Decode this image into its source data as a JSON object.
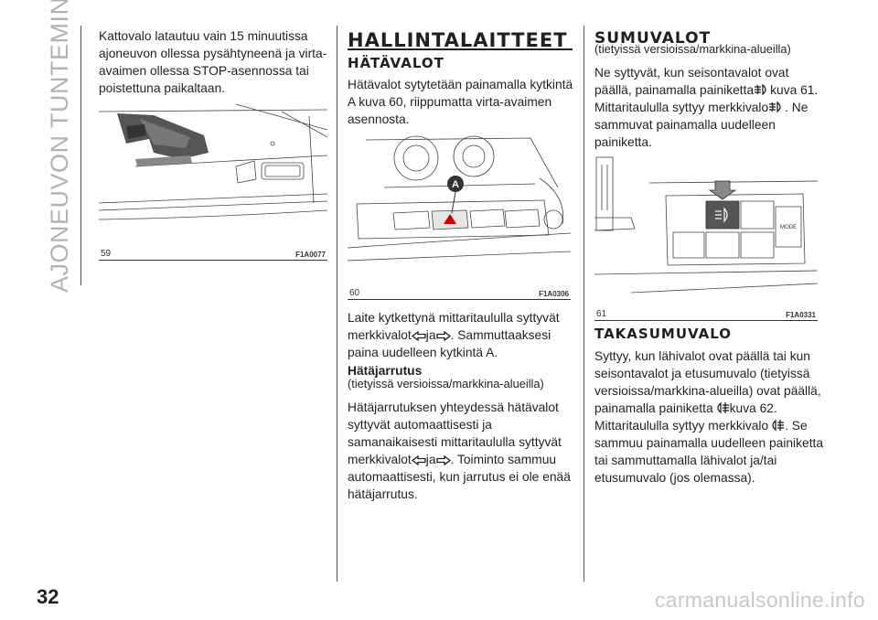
{
  "section_side_title": "AJONEUVON TUNTEMINEN",
  "page_number": "32",
  "watermark": "carmanualsonline.info",
  "col1": {
    "intro": "Kattovalo latautuu vain 15 minuutissa ajoneuvon ollessa pysähtyneenä ja virta-avaimen ollessa STOP-asennossa tai poistettuna paikaltaan.",
    "figure": {
      "number": "59",
      "code": "F1A0077"
    }
  },
  "col2": {
    "heading": "HALLINTALAITTEET",
    "subheading": "HÄTÄVALOT",
    "p1": "Hätävalot sytytetään painamalla kytkintä A kuva 60, riippumatta virta-avaimen asennosta.",
    "figure": {
      "number": "60",
      "code": "F1A0306",
      "label_a": "A"
    },
    "p2_a": "Laite kytkettynä mittaritaululla syttyvät merkkivalot",
    "p2_ja": "ja",
    "p2_b": ". Sammuttaaksesi paina uudelleen kytkintä A.",
    "brake_title": "Hätäjarrutus",
    "brake_note": "(tietyissä versioissa/markkina-alueilla)",
    "p3_a": "Hätäjarrutuksen yhteydessä hätävalot syttyvät automaattisesti ja samanaikaisesti mittaritaululla syttyvät merkkivalot",
    "p3_ja": "ja",
    "p3_b": ". Toiminto sammuu automaattisesti, kun jarrutus ei ole enää hätäjarrutus."
  },
  "col3": {
    "heading": "SUMUVALOT",
    "note": "(tietyissä versioissa/markkina-alueilla)",
    "p1_a": "Ne syttyvät, kun seisontavalot ovat päällä, painamalla painiketta",
    "p1_b": "kuva 61. Mittaritaululla syttyy merkkivalo",
    "p1_c": ". Ne sammuvat painamalla uudelleen painiketta.",
    "figure": {
      "number": "61",
      "code": "F1A0331",
      "mode_label": "MODE"
    },
    "heading2": "TAKASUMUVALO",
    "p2_a": "Syttyy, kun lähivalot ovat päällä tai kun seisontavalot ja etusumuvalo (tietyissä versioissa/markkina-alueilla) ovat päällä, painamalla painiketta",
    "p2_b": "kuva 62. Mittaritaululla syttyy merkkivalo",
    "p2_c": ". Se sammuu painamalla uudelleen painiketta tai sammuttamalla lähivalot ja/tai etusumuvalo (jos olemassa)."
  },
  "icons": [
    "turn-left-indicator-icon",
    "turn-right-indicator-icon",
    "front-fog-light-icon",
    "rear-fog-light-icon"
  ]
}
